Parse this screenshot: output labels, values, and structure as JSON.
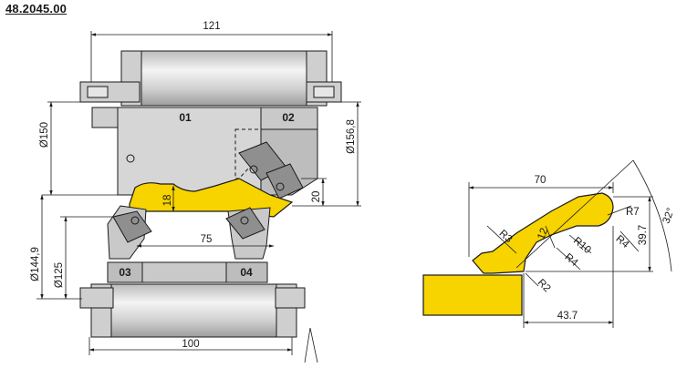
{
  "part_number": "48.2045.00",
  "tool_view": {
    "segments": [
      "01",
      "02",
      "03",
      "04"
    ],
    "dimensions": {
      "top_width": "121",
      "bottom_width": "100",
      "diameter_upper_left": "Ø150",
      "diameter_upper_right": "Ø156,8",
      "diameter_lower_outer": "Ø144,9",
      "diameter_lower_inner": "Ø125",
      "profile_height": "18",
      "step_height": "20",
      "lower_span": "75"
    }
  },
  "profile_view": {
    "dimensions": {
      "width": "70",
      "height": "39.7",
      "angle": "32°",
      "offset": "43.7",
      "radii": [
        "R3",
        "R7",
        "R10",
        "R4",
        "R4",
        "R2"
      ],
      "inner_height": "12"
    }
  },
  "colors": {
    "profile_fill": "#f7d300",
    "steel_light": "#d6d6d6",
    "steel_mid": "#bdbdbd",
    "steel_dark": "#8f8f8f",
    "line": "#1a1a1a"
  }
}
